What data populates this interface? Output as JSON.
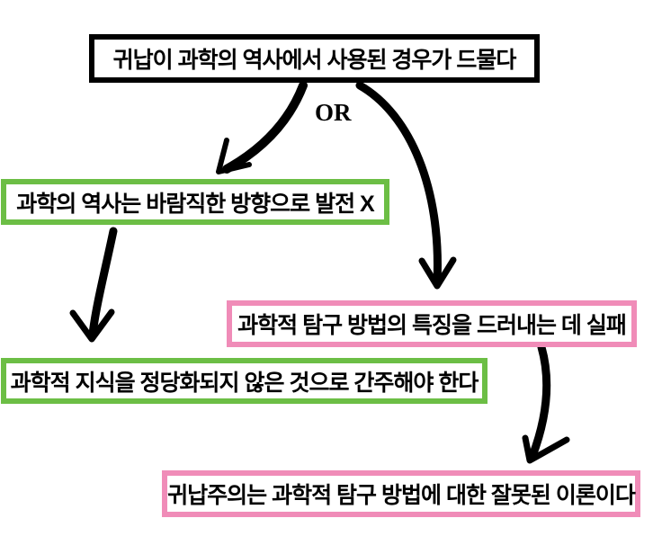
{
  "diagram": {
    "title": "inductivism-critique-flowchart",
    "background_color": "#FFFFFF",
    "colors": {
      "black_border": "#000000",
      "green_border": "#6CBE45",
      "pink_border": "#F08CB8",
      "text": "#000000"
    },
    "or_label": "OR",
    "nodes": [
      {
        "id": "premise",
        "text": "귀납이 과학의 역사에서 사용된 경우가 드물다",
        "border_color": "#000000"
      },
      {
        "id": "history",
        "text": "과학의 역사는 바람직한 방향으로 발전 X",
        "border_color": "#6CBE45"
      },
      {
        "id": "inquiry",
        "text": "과학적 탐구 방법의 특징을 드러내는 데 실패",
        "border_color": "#F08CB8"
      },
      {
        "id": "knowledge",
        "text": "과학적 지식을 정당화되지 않은 것으로 간주해야 한다",
        "border_color": "#6CBE45"
      },
      {
        "id": "conclusion",
        "text": "귀납주의는 과학적 탐구 방법에 대한 잘못된 이론이다",
        "border_color": "#F08CB8"
      }
    ],
    "edges": [
      {
        "from": "premise",
        "to": "history",
        "label": ""
      },
      {
        "from": "premise",
        "to": "inquiry",
        "label": ""
      },
      {
        "from": "history",
        "to": "knowledge",
        "label": ""
      },
      {
        "from": "inquiry",
        "to": "conclusion",
        "label": ""
      }
    ]
  }
}
